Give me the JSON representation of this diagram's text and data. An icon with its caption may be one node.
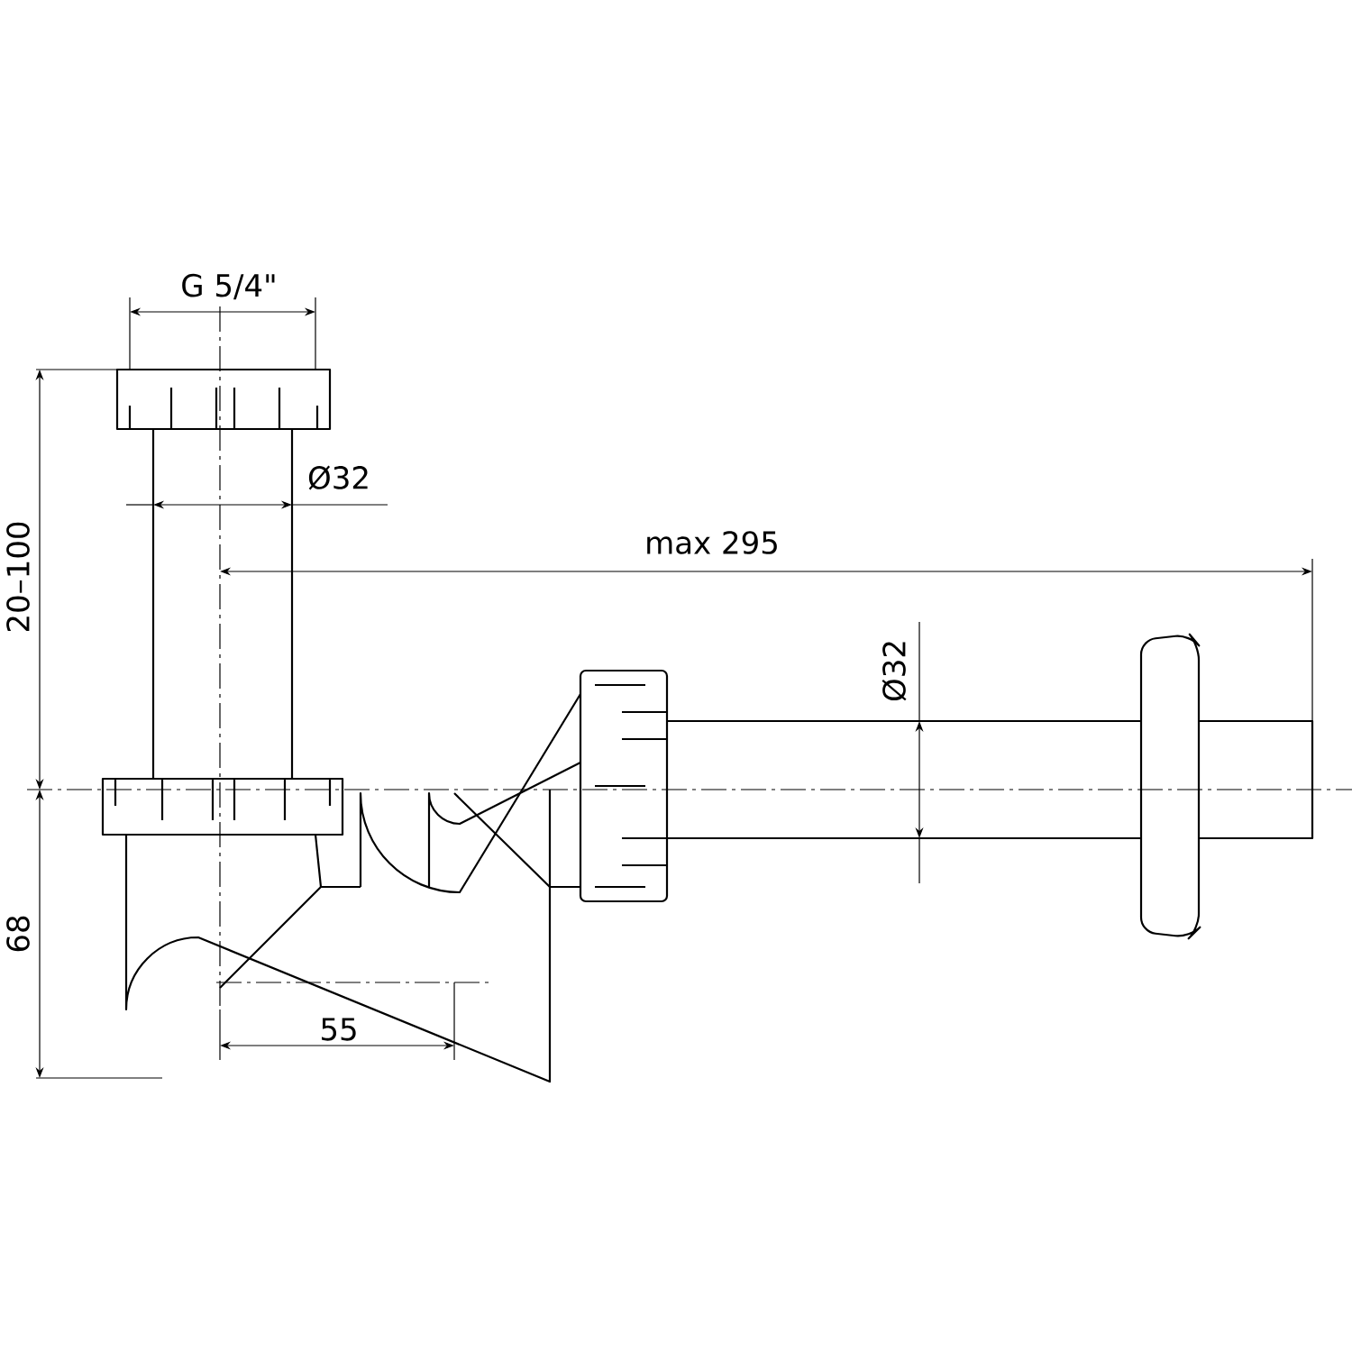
{
  "diagram": {
    "labels": [
      "G 5/4\"",
      "Ø32",
      "max 295",
      "Ø32",
      "20–100",
      "68",
      "55"
    ]
  }
}
